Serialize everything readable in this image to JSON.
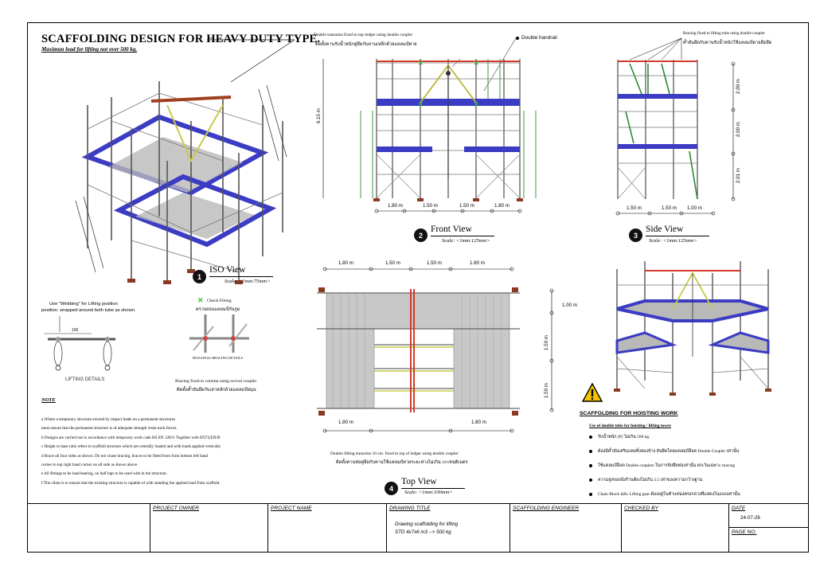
{
  "header": {
    "title": "SCAFFOLDING DESIGN FOR HEAVY DUTY  TYPE.",
    "subtitle": "Maximun load for lifting not over 500 kg."
  },
  "views": {
    "iso": {
      "number": "1",
      "title": "ISO View",
      "scale": "Scale: <1mm:75mm>"
    },
    "front": {
      "number": "2",
      "title": "Front View",
      "scale": "Scale: <1mm:125mm>"
    },
    "side": {
      "number": "3",
      "title": "Side View",
      "scale": "Scale: <1mm:125mm>"
    },
    "top": {
      "number": "4",
      "title": "Top View",
      "scale": "Scale: <1mm:100mm>"
    }
  },
  "annotations": {
    "double_transoms_en": "Double transoms fixed to top ledger using double coupler",
    "double_transoms_th": "ติดตั้งคานรับน้ำหนักคู่ยึดกับคานเหล็กด้วยแคลมป์ตาย",
    "double_handrail": "Double handrail",
    "side_bracing_en": "Bracing fixed to lifting tube using double coupler",
    "side_bracing_th": "ค้ำยันยึดกับคานรับน้ำหนักใช้แคลมป์ตายยึดยึด",
    "lifting_transoms_en": "Double lifting transoms 10 cm. fixed to top of ledger using double coupler",
    "lifting_transoms_th": "ติดตั้งคานท่อคู่ยึดกับคานใช้แคลมป์ตายระยะห่างไม่เกิน 10 เซนติเมตร",
    "webbing_1": "Use \"Webbing\" for Lifting position",
    "webbing_2": "position. wrapped around both tube as shown.",
    "webbing_dim": "100",
    "lifting_details": "LIFTING DETAILS",
    "check_fitting_en": "Check Fitting",
    "check_fitting_th": "ตรวจสอบแคลมป์กันรูด",
    "diagonal_bracing": "DIAGONAL BRACING DETAILS",
    "bracing_column_en": "Bracing fixed to column using swival coupler",
    "bracing_column_th": "ติดตั้งค้ำยันยึดกับเสาหลักด้วยแคลมป์หมุน"
  },
  "dimensions": {
    "front_height": "6.15 m",
    "front_bays": [
      "1.80 m",
      "1.50 m",
      "1.50 m",
      "1.80 m"
    ],
    "side_heights": [
      "2.00 m",
      "2.00 m",
      "2.01 m"
    ],
    "side_bays": [
      "1.50 m",
      "1.50 m",
      "1.00 m"
    ],
    "top_bays": [
      "1.80 m",
      "1.50 m",
      "1.50 m",
      "1.80 m"
    ],
    "top_rows": [
      "1.00 m",
      "1.50 m",
      "1.50 m"
    ],
    "top_bottom": [
      "1.80 m",
      "1.80 m"
    ]
  },
  "notes": {
    "label": "NOTE",
    "items": [
      "a   Where a temporary structure erected by impact loads on a permanent structures",
      "      must ensure that the permanent structure is of adequate strength resist each forces.",
      "b   Designs are carried out in accordance with temporary work cade BS EN 12811 Together with EN74,EN39",
      "c   Height to base ratio refers to scaffold structure which are centrally loaded and with loads applied vertically",
      "d   Brace all four sides as shown. Do not chase bracing, braces to be fitted from form bottom left hand",
      "      corner to top right hand corner on all side as shown above",
      "e   All fittings to be load bearing, on half laps to be used with in the structure.",
      "f    The client is to ensure that the existing structure is capable of with standing the applied load from scaffold."
    ]
  },
  "hoisting": {
    "title": "SCAFFOLDING FOR HOISTING WORK",
    "subtitle": "Use of double tube for hoisting / lifting tower",
    "items": [
      "รับน้ำหนัก (P) ไม่เกิน 500 kg.",
      "ต้องมีค้ำยันเสริมแทงทั้งสองข้าง ยันยึดโดยแคลมป์ล็อค Double Coupler เท่านั้น",
      "ใช้แคลมป์ล็อค Double couplers ในการจับยึดท่อเท่านั้น ยกเว้นเฉพาะ bracing",
      "ความสูงของนั่งร้านต้องไม่เกิน 3.5 เท่าของความกว้างฐาน",
      "Chain Block และ Lifting gear ต้องอยู่ในตำแหน่งตรงกลางที่แสดงในแบบเท่านั้น"
    ]
  },
  "titleblock": {
    "project_owner": "PROJECT OWNER",
    "project_name": "PROJECT NAME",
    "drawing_title": "DRAWING TITLE",
    "drawing_title_line1": "Drawing scaffolding for lifting",
    "drawing_title_line2": "STD 4x7x6 m3 --> 500 kg",
    "engineer": "SCAFFOLDING ENGINEER",
    "checked_by": "CHECKED BY",
    "date_label": "DATE",
    "date_value": "24-07-26",
    "page_no": "PAGE NO."
  },
  "colors": {
    "platform": "#3b3bc4",
    "frame": "#555555",
    "board": "#b9b9b9",
    "bracing": "#2f8a2f",
    "lifting": "#d43a2a",
    "handrail": "#c8c84a",
    "baseplate": "#8a3a20"
  }
}
